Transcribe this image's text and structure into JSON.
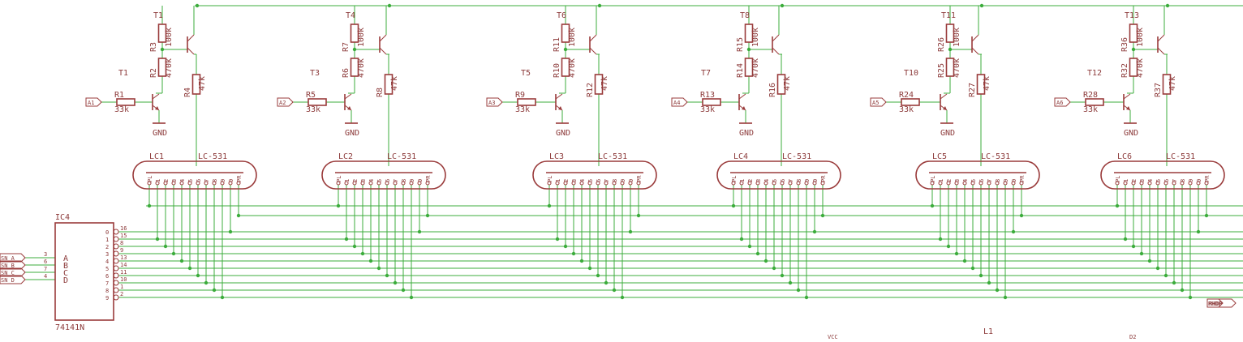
{
  "stages": [
    {
      "tube": "LC1",
      "model": "LC-531",
      "t_top": "T1",
      "t_side": "T1",
      "r_top": "R3",
      "r_top_val": "100k",
      "r_mid": "R2",
      "r_mid_val": "470k",
      "r_col": "R4",
      "r_col_val": "47k",
      "r_base": "R1",
      "r_base_val": "33k",
      "input": "A1",
      "gnd": "GND"
    },
    {
      "tube": "LC2",
      "model": "LC-531",
      "t_top": "T4",
      "t_side": "T3",
      "r_top": "R7",
      "r_top_val": "100k",
      "r_mid": "R6",
      "r_mid_val": "470k",
      "r_col": "R8",
      "r_col_val": "47k",
      "r_base": "R5",
      "r_base_val": "33k",
      "input": "A2",
      "gnd": "GND"
    },
    {
      "tube": "LC3",
      "model": "LC-531",
      "t_top": "T6",
      "t_side": "T5",
      "r_top": "R11",
      "r_top_val": "100k",
      "r_mid": "R10",
      "r_mid_val": "470k",
      "r_col": "R12",
      "r_col_val": "47k",
      "r_base": "R9",
      "r_base_val": "33k",
      "input": "A3",
      "gnd": "GND"
    },
    {
      "tube": "LC4",
      "model": "LC-531",
      "t_top": "T8",
      "t_side": "T7",
      "r_top": "R15",
      "r_top_val": "100k",
      "r_mid": "R14",
      "r_mid_val": "470k",
      "r_col": "R16",
      "r_col_val": "47k",
      "r_base": "R13",
      "r_base_val": "33k",
      "input": "A4",
      "gnd": "GND"
    },
    {
      "tube": "LC5",
      "model": "LC-531",
      "t_top": "T11",
      "t_side": "T10",
      "r_top": "R26",
      "r_top_val": "100k",
      "r_mid": "R25",
      "r_mid_val": "470k",
      "r_col": "R27",
      "r_col_val": "47k",
      "r_base": "R24",
      "r_base_val": "33k",
      "input": "A5",
      "gnd": "GND"
    },
    {
      "tube": "LC6",
      "model": "LC-531",
      "t_top": "T13",
      "t_side": "T12",
      "r_top": "R36",
      "r_top_val": "100k",
      "r_mid": "R32",
      "r_mid_val": "470k",
      "r_col": "R37",
      "r_col_val": "47k",
      "r_base": "R28",
      "r_base_val": "33k",
      "input": "A6",
      "gnd": "GND"
    }
  ],
  "tube_pins": [
    "PL",
    "1",
    "2",
    "3",
    "4",
    "5",
    "6",
    "7",
    "8",
    "9",
    "0",
    "PR"
  ],
  "ic": {
    "name": "IC4",
    "part": "74141N",
    "inputs": [
      {
        "net": "SN_A",
        "pin": "3",
        "label": "A"
      },
      {
        "net": "SN_B",
        "pin": "6",
        "label": "B"
      },
      {
        "net": "SN_C",
        "pin": "7",
        "label": "C"
      },
      {
        "net": "SN_D",
        "pin": "4",
        "label": "D"
      }
    ],
    "outputs": [
      {
        "label": "0",
        "pin": "16"
      },
      {
        "label": "1",
        "pin": "15"
      },
      {
        "label": "2",
        "pin": "8"
      },
      {
        "label": "3",
        "pin": "9"
      },
      {
        "label": "4",
        "pin": "13"
      },
      {
        "label": "5",
        "pin": "14"
      },
      {
        "label": "6",
        "pin": "11"
      },
      {
        "label": "7",
        "pin": "10"
      },
      {
        "label": "8",
        "pin": "1"
      },
      {
        "label": "9",
        "pin": "2"
      }
    ]
  },
  "misc": {
    "rhdp": "RHDP",
    "vcc": "VCC",
    "l1": "L1",
    "d2": "D2"
  },
  "colors": {
    "wire": "#3cac3c",
    "symbol": "#9a3b3b",
    "text": "#8c3a3a"
  }
}
